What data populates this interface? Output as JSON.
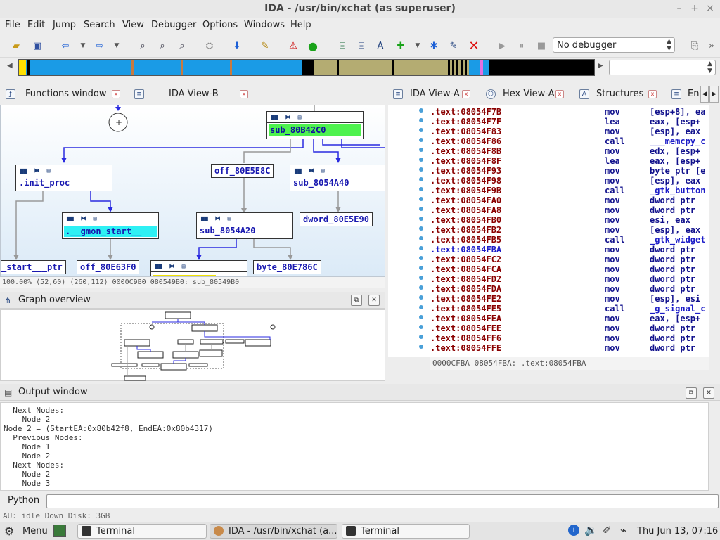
{
  "window": {
    "title": "IDA - /usr/bin/xchat (as superuser)",
    "min": "–",
    "max": "+",
    "close": "×"
  },
  "menus": [
    "File",
    "Edit",
    "Jump",
    "Search",
    "View",
    "Debugger",
    "Options",
    "Windows",
    "Help"
  ],
  "toolbar": {
    "debugger_select": "No debugger"
  },
  "tabs_left": {
    "functions": "Functions window",
    "idab": "IDA View-B"
  },
  "tabs_right": {
    "idaa": "IDA View-A",
    "hex": "Hex View-A",
    "structs": "Structures",
    "enums": "En"
  },
  "graph": {
    "nodes": {
      "sub_80B42C0": "sub_80B42C0",
      "init_proc": ".init_proc",
      "off_80E5E8C": "off_80E5E8C",
      "sub_8054A40": "sub_8054A40",
      "gmon_start": ".__gmon_start__",
      "sub_8054A20": "sub_8054A20",
      "dword_80E5E90": "dword_80E5E90",
      "start_ptr": "_start___ptr",
      "off_80E63F0": "off_80E63F0",
      "byte_80E786C": "byte_80E786C"
    },
    "status": "100.00% (52,60) (260,112) 0000C9B0 080549B0: sub_80549B0"
  },
  "overview": {
    "title": "Graph overview"
  },
  "listing": {
    "rows": [
      {
        "addr": ".text:08054F7B",
        "mn": "mov",
        "op": "[esp+8], ea"
      },
      {
        "addr": ".text:08054F7F",
        "mn": "lea",
        "op": "eax, [esp+"
      },
      {
        "addr": ".text:08054F83",
        "mn": "mov",
        "op": "[esp], eax"
      },
      {
        "addr": ".text:08054F86",
        "mn": "call",
        "op": "___memcpy_c"
      },
      {
        "addr": ".text:08054F8B",
        "mn": "mov",
        "op": "edx, [esp+"
      },
      {
        "addr": ".text:08054F8F",
        "mn": "lea",
        "op": "eax, [esp+"
      },
      {
        "addr": ".text:08054F93",
        "mn": "mov",
        "op": "byte ptr [e"
      },
      {
        "addr": ".text:08054F98",
        "mn": "mov",
        "op": "[esp], eax"
      },
      {
        "addr": ".text:08054F9B",
        "mn": "call",
        "op": "_gtk_button"
      },
      {
        "addr": ".text:08054FA0",
        "mn": "mov",
        "op": "dword ptr"
      },
      {
        "addr": ".text:08054FA8",
        "mn": "mov",
        "op": "dword ptr"
      },
      {
        "addr": ".text:08054FB0",
        "mn": "mov",
        "op": "esi, eax"
      },
      {
        "addr": ".text:08054FB2",
        "mn": "mov",
        "op": "[esp], eax"
      },
      {
        "addr": ".text:08054FB5",
        "mn": "call",
        "op": "_gtk_widget"
      },
      {
        "addr": ".text:08054FBA",
        "mn": "mov",
        "op": "dword ptr"
      },
      {
        "addr": ".text:08054FC2",
        "mn": "mov",
        "op": "dword ptr"
      },
      {
        "addr": ".text:08054FCA",
        "mn": "mov",
        "op": "dword ptr"
      },
      {
        "addr": ".text:08054FD2",
        "mn": "mov",
        "op": "dword ptr"
      },
      {
        "addr": ".text:08054FDA",
        "mn": "mov",
        "op": "dword ptr"
      },
      {
        "addr": ".text:08054FE2",
        "mn": "mov",
        "op": "[esp], esi"
      },
      {
        "addr": ".text:08054FE5",
        "mn": "call",
        "op": "_g_signal_c"
      },
      {
        "addr": ".text:08054FEA",
        "mn": "mov",
        "op": "eax, [esp+"
      },
      {
        "addr": ".text:08054FEE",
        "mn": "mov",
        "op": "dword ptr"
      },
      {
        "addr": ".text:08054FF6",
        "mn": "mov",
        "op": "dword ptr"
      },
      {
        "addr": ".text:08054FFE",
        "mn": "mov",
        "op": "dword ptr"
      }
    ],
    "status": "0000CFBA 08054FBA: .text:08054FBA"
  },
  "output": {
    "title": "Output window",
    "text": "  Next Nodes:\n    Node 2\nNode 2 = (StartEA:0x80b42f8, EndEA:0x80b4317)\n  Previous Nodes:\n    Node 1\n    Node 2\n  Next Nodes:\n    Node 2\n    Node 3"
  },
  "python": {
    "label": "Python"
  },
  "statusbar": {
    "text": "AU:  idle   Down       Disk: 3GB"
  },
  "taskbar": {
    "menu": "Menu",
    "tasks": [
      "Terminal",
      "IDA - /usr/bin/xchat (a...",
      "Terminal"
    ],
    "clock": "Thu Jun 13, 07:16"
  }
}
